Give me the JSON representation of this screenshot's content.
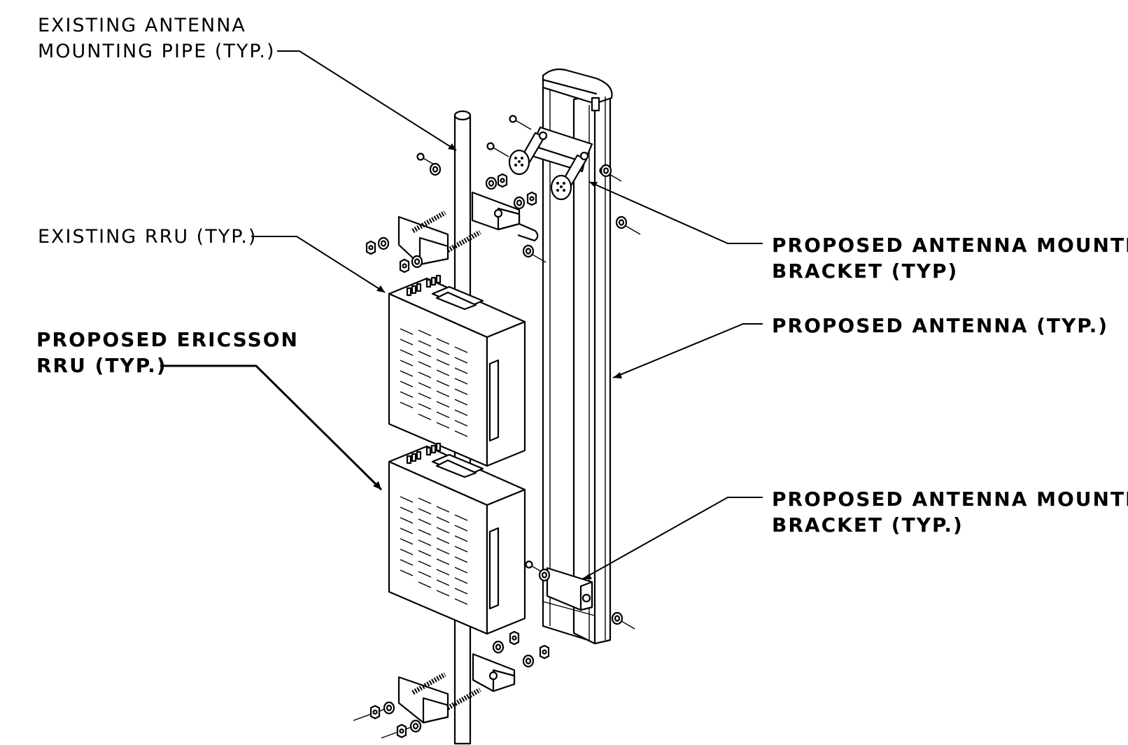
{
  "labels": {
    "existing_pipe_1": "EXISTING ANTENNA",
    "existing_pipe_2": "MOUNTING PIPE (TYP.)",
    "existing_rru": "EXISTING RRU (TYP.)",
    "ericsson_rru_1": "PROPOSED ERICSSON",
    "ericsson_rru_2": "RRU (TYP.)",
    "bracket_top_1": "PROPOSED ANTENNA MOUNTING",
    "bracket_top_2": "BRACKET (TYP)",
    "antenna": "PROPOSED ANTENNA (TYP.)",
    "bracket_bottom_1": "PROPOSED ANTENNA MOUNTING",
    "bracket_bottom_2": "BRACKET (TYP.)"
  }
}
